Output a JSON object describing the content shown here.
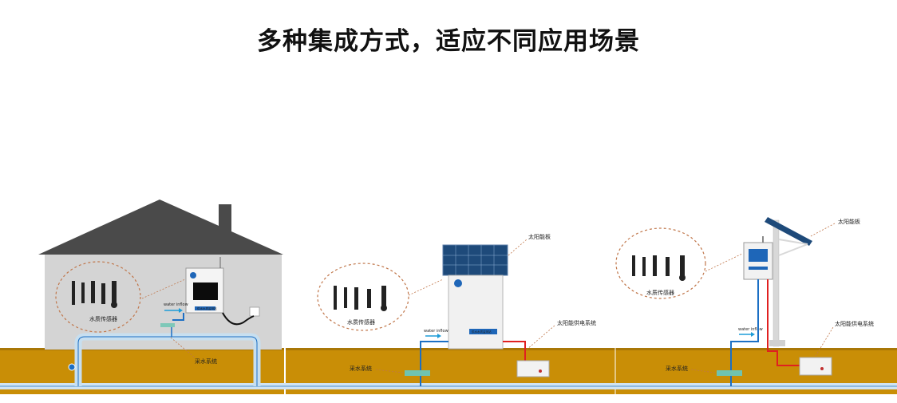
{
  "title": "多种集成方式，适应不同应用场景",
  "labels": {
    "sensor_group": "水质传感器",
    "water_inflow": "water inflow",
    "sampling_system": "采水系统",
    "solar_panel": "太阳能板",
    "solar_power_system": "太阳能供电系统",
    "monitor_unit": "供水水质监测站"
  },
  "colors": {
    "ground": "#c98e06",
    "wall": "#d4d4d4",
    "roof": "#4a4a4a",
    "pipe_blue": "#1c6fc4",
    "pipe_red": "#e02020",
    "dash_brown": "#c0764a"
  }
}
